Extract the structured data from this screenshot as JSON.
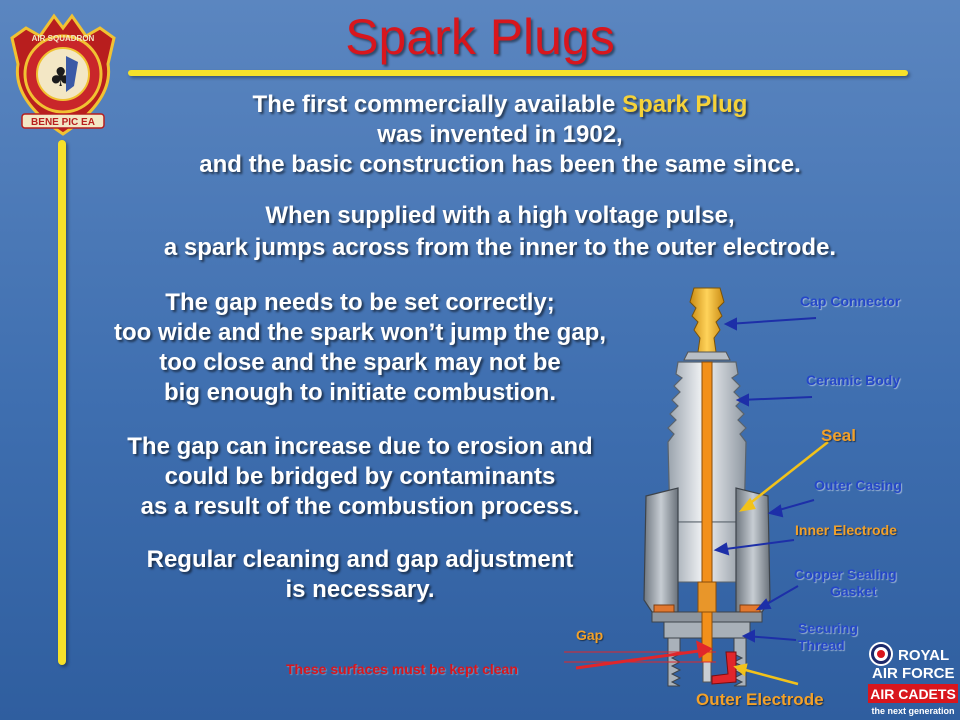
{
  "slide": {
    "title": "Spark Plugs",
    "intro": {
      "line1_pre": "The first commercially available ",
      "line1_highlight": "Spark Plug",
      "line2": "was invented in 1902,",
      "line3": "and the basic construction has been the same since."
    },
    "voltage": {
      "line1": "When supplied with a high voltage pulse,",
      "line2": "a spark jumps across from the inner to the outer electrode."
    },
    "gap_text": {
      "line1": "The gap needs to be set correctly;",
      "line2": "too wide and the spark won’t jump the gap,",
      "line3": "too close and the spark may not be",
      "line4": "big enough to initiate combustion."
    },
    "erosion_text": {
      "line1": "The gap can increase due to erosion and",
      "line2": "could be bridged by contaminants",
      "line3": "as a result of the combustion process."
    },
    "cleaning_text": {
      "line1": "Regular cleaning and gap adjustment",
      "line2": "is necessary."
    }
  },
  "diagram": {
    "labels": {
      "cap_connector": "Cap Connector",
      "ceramic_body": "Ceramic Body",
      "seal": "Seal",
      "outer_casing": "Outer Casing",
      "inner_electrode": "Inner Electrode",
      "copper_gasket_1": "Copper Sealing",
      "copper_gasket_2": "Gasket",
      "securing_1": "Securing",
      "securing_2": "Thread",
      "gap": "Gap",
      "clean_note": "These surfaces must be kept clean",
      "outer_electrode": "Outer Electrode"
    }
  },
  "badge": {
    "icon": "squadron-crest-icon",
    "motto": "BENE PIC EA",
    "ring_text": "AIR SQUADRON"
  },
  "logo": {
    "icon": "raf-roundel-icon",
    "line1": "ROYAL",
    "line2": "AIR FORCE",
    "line3": "AIR CADETS",
    "line4": "the next generation"
  },
  "colors": {
    "background": "#3f6fb0",
    "title_red": "#d8161d",
    "accent_yellow": "#f6e12a",
    "highlight_gold": "#f5d23a",
    "label_blue": "#2547c8",
    "label_orange": "#f2a12a"
  }
}
